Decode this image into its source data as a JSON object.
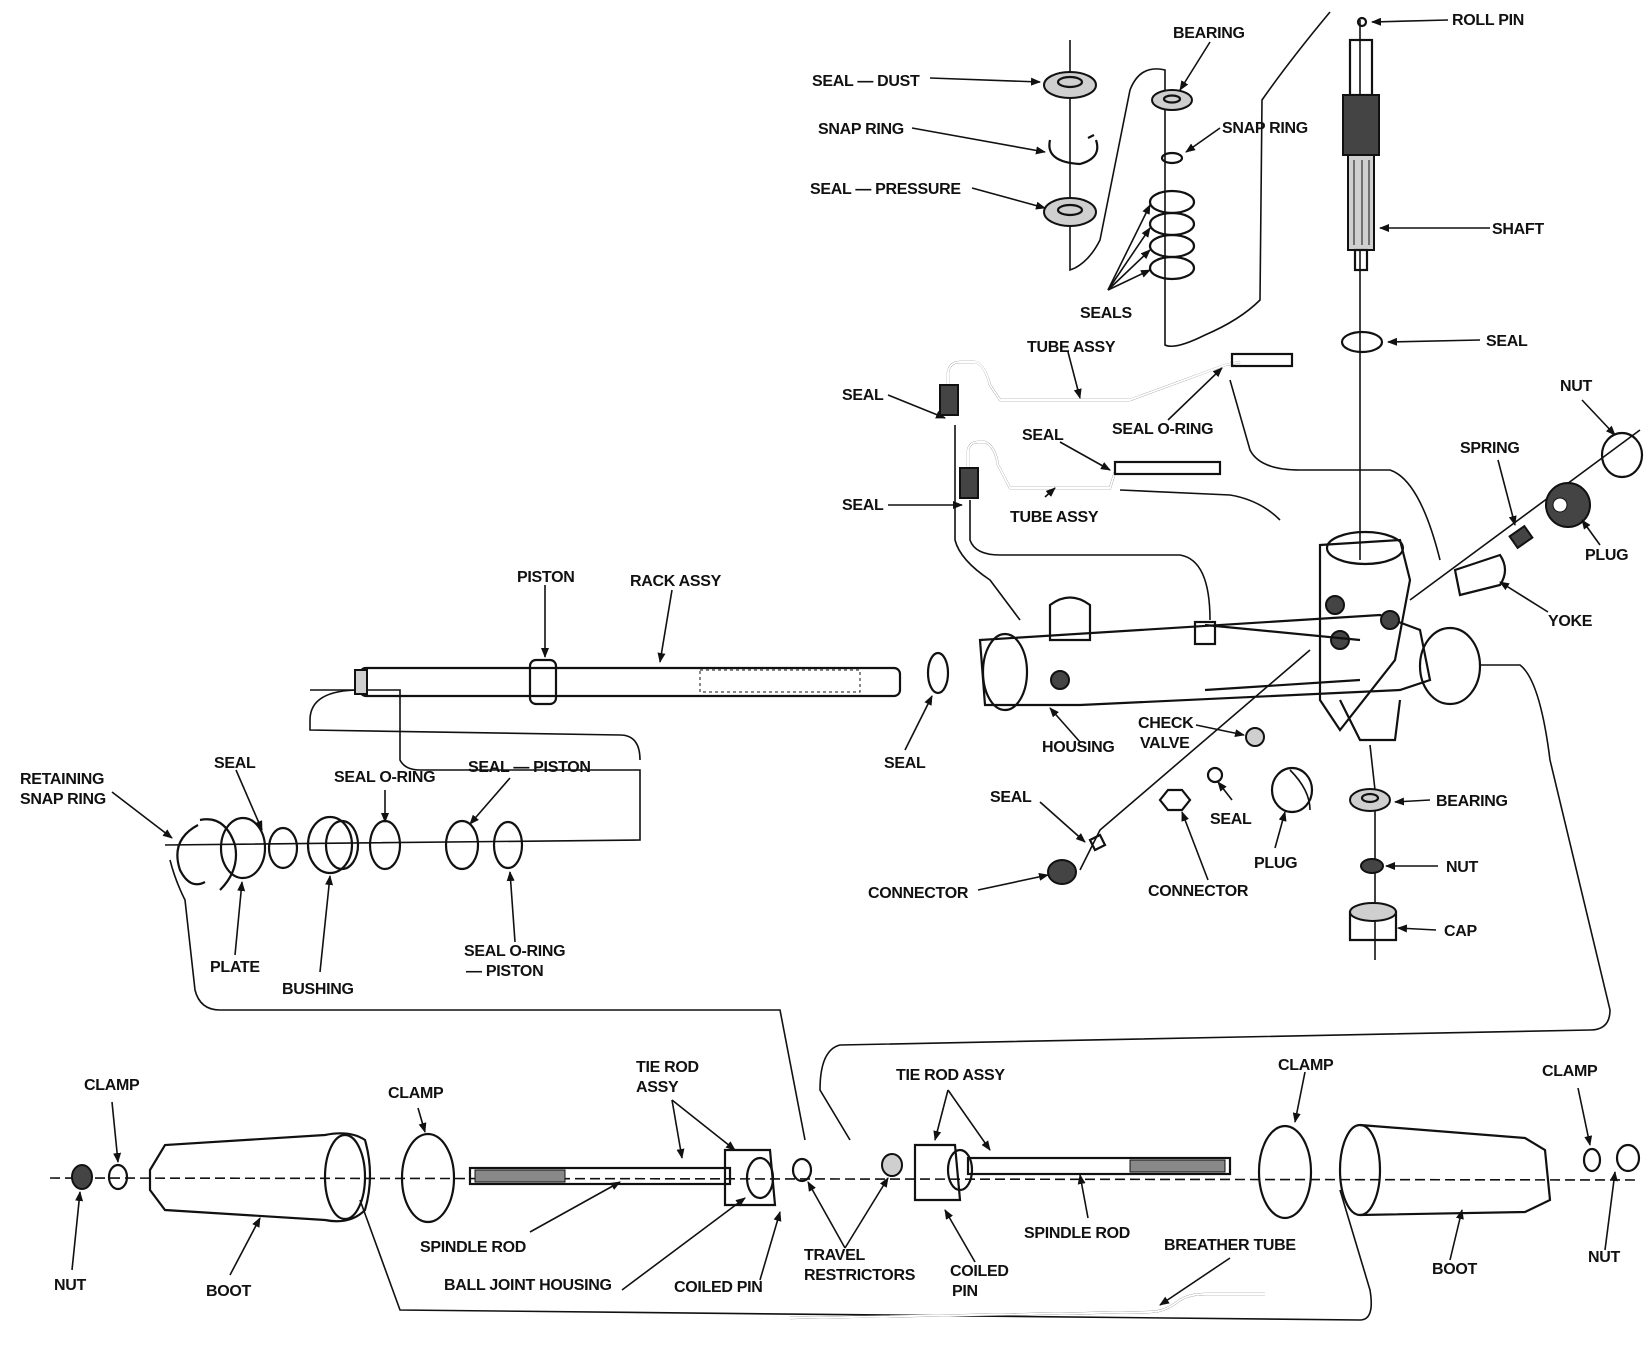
{
  "labels": {
    "seal_dust": "SEAL — DUST",
    "snap_ring_left": "SNAP RING",
    "seal_pressure": "SEAL — PRESSURE",
    "bearing_top": "BEARING",
    "snap_ring_right": "SNAP RING",
    "seals": "SEALS",
    "roll_pin": "ROLL PIN",
    "shaft": "SHAFT",
    "seal_shaft": "SEAL",
    "tube_assy_upper": "TUBE ASSY",
    "seal_upper_tube": "SEAL",
    "seal_o_ring_tube": "SEAL O-RING",
    "seal_mid": "SEAL",
    "seal_lower_tube": "SEAL",
    "tube_assy_lower": "TUBE ASSY",
    "nut_top": "NUT",
    "spring": "SPRING",
    "plug_top": "PLUG",
    "yoke": "YOKE",
    "piston": "PISTON",
    "rack_assy": "RACK ASSY",
    "seal_rack": "SEAL",
    "housing": "HOUSING",
    "check_valve_1": "CHECK",
    "check_valve_2": "VALVE",
    "bearing_bottom": "BEARING",
    "nut_bottom": "NUT",
    "cap": "CAP",
    "plug_bottom": "PLUG",
    "seal_connector_right": "SEAL",
    "connector_right": "CONNECTOR",
    "seal_connector_left": "SEAL",
    "connector_left": "CONNECTOR",
    "retaining_snap_ring_1": "RETAINING",
    "retaining_snap_ring_2": "SNAP RING",
    "seal_plate": "SEAL",
    "seal_o_ring": "SEAL O-RING",
    "seal_piston": "SEAL — PISTON",
    "plate": "PLATE",
    "bushing": "BUSHING",
    "seal_o_ring_piston_1": "SEAL O-RING",
    "seal_o_ring_piston_2": "— PISTON",
    "clamp_far_left": "CLAMP",
    "clamp_left": "CLAMP",
    "tie_rod_assy_left_1": "TIE ROD",
    "tie_rod_assy_left_2": "ASSY",
    "tie_rod_assy_right": "TIE ROD ASSY",
    "clamp_right": "CLAMP",
    "clamp_far_right": "CLAMP",
    "nut_left": "NUT",
    "boot_left": "BOOT",
    "spindle_rod_left": "SPINDLE ROD",
    "ball_joint_housing": "BALL JOINT HOUSING",
    "coiled_pin_left": "COILED PIN",
    "travel_restrictors_1": "TRAVEL",
    "travel_restrictors_2": "RESTRICTORS",
    "coiled_pin_right_1": "COILED",
    "coiled_pin_right_2": "PIN",
    "spindle_rod_right": "SPINDLE ROD",
    "breather_tube": "BREATHER TUBE",
    "boot_right": "BOOT",
    "nut_right": "NUT"
  }
}
